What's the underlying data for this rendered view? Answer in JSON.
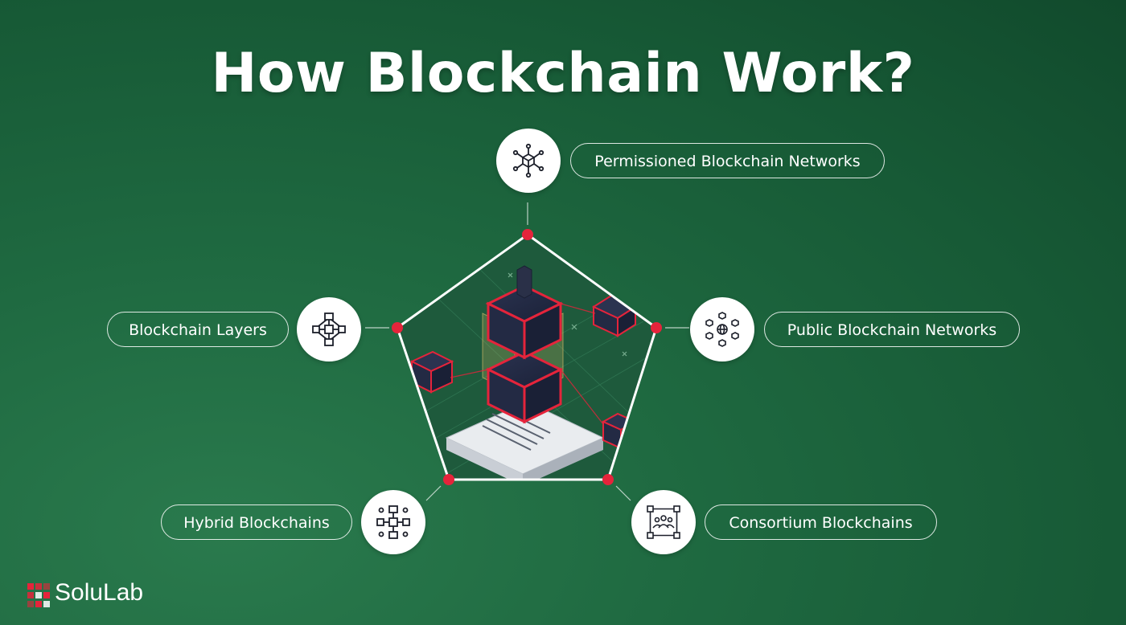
{
  "title": "How Blockchain Work?",
  "nodes": {
    "permissioned": {
      "label": "Permissioned Blockchain Networks",
      "icon": "network-cube-icon"
    },
    "public": {
      "label": "Public Blockchain Networks",
      "icon": "global-network-icon"
    },
    "layers": {
      "label": "Blockchain Layers",
      "icon": "layered-nodes-icon"
    },
    "hybrid": {
      "label": "Hybrid Blockchains",
      "icon": "hybrid-nodes-icon"
    },
    "consortium": {
      "label": "Consortium Blockchains",
      "icon": "consortium-group-icon"
    }
  },
  "brand": {
    "name": "SoluLab",
    "logo": "solulab-logo-icon"
  },
  "colors": {
    "background": "#175a36",
    "accent_red": "#e5243b",
    "white": "#ffffff"
  }
}
